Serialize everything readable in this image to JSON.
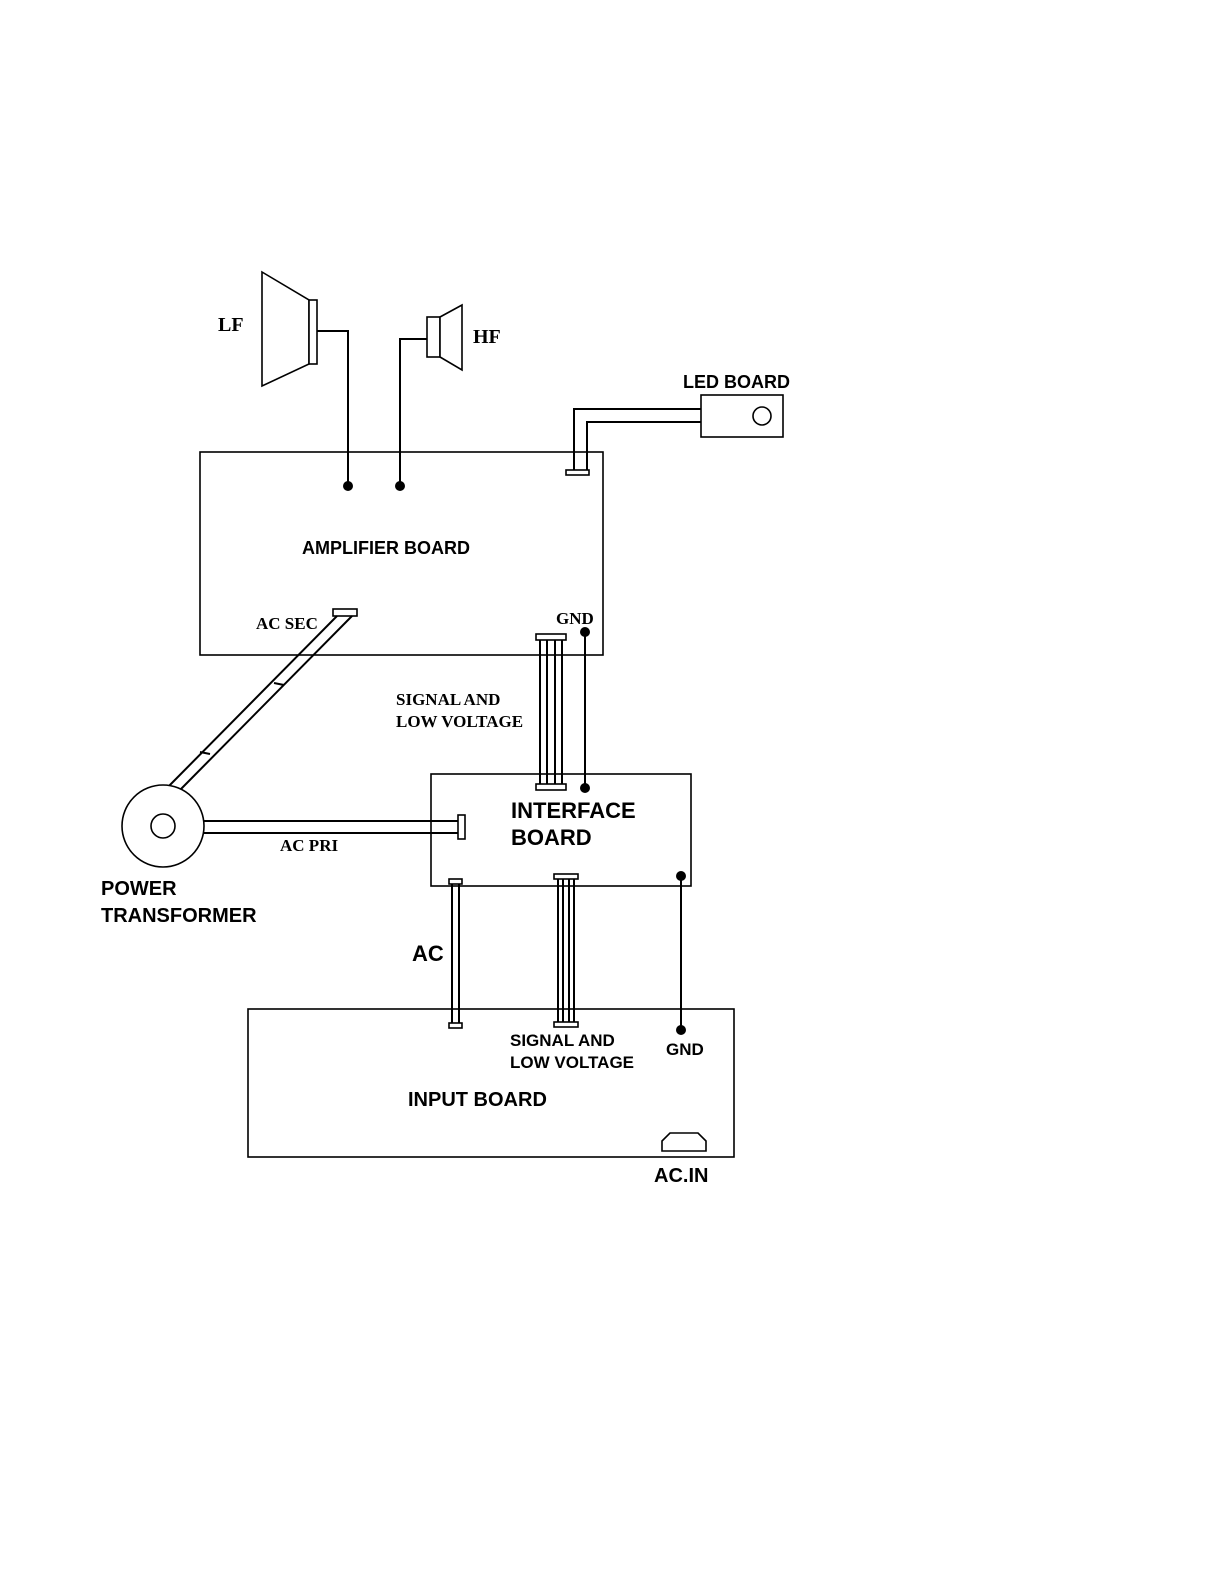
{
  "labels": {
    "lf": "LF",
    "hf": "HF",
    "led_board": "LED BOARD",
    "amplifier_board": "AMPLIFIER BOARD",
    "ac_sec": "AC SEC",
    "gnd_top": "GND",
    "signal_top_1": "SIGNAL AND",
    "signal_top_2": "LOW VOLTAGE",
    "interface_board_1": "INTERFACE",
    "interface_board_2": "BOARD",
    "ac_pri": "AC PRI",
    "power_transformer_1": "POWER",
    "power_transformer_2": "TRANSFORMER",
    "ac": "AC",
    "signal_bottom_1": "SIGNAL AND",
    "signal_bottom_2": "LOW VOLTAGE",
    "gnd_bottom": "GND",
    "input_board": "INPUT BOARD",
    "ac_in": "AC.IN"
  }
}
